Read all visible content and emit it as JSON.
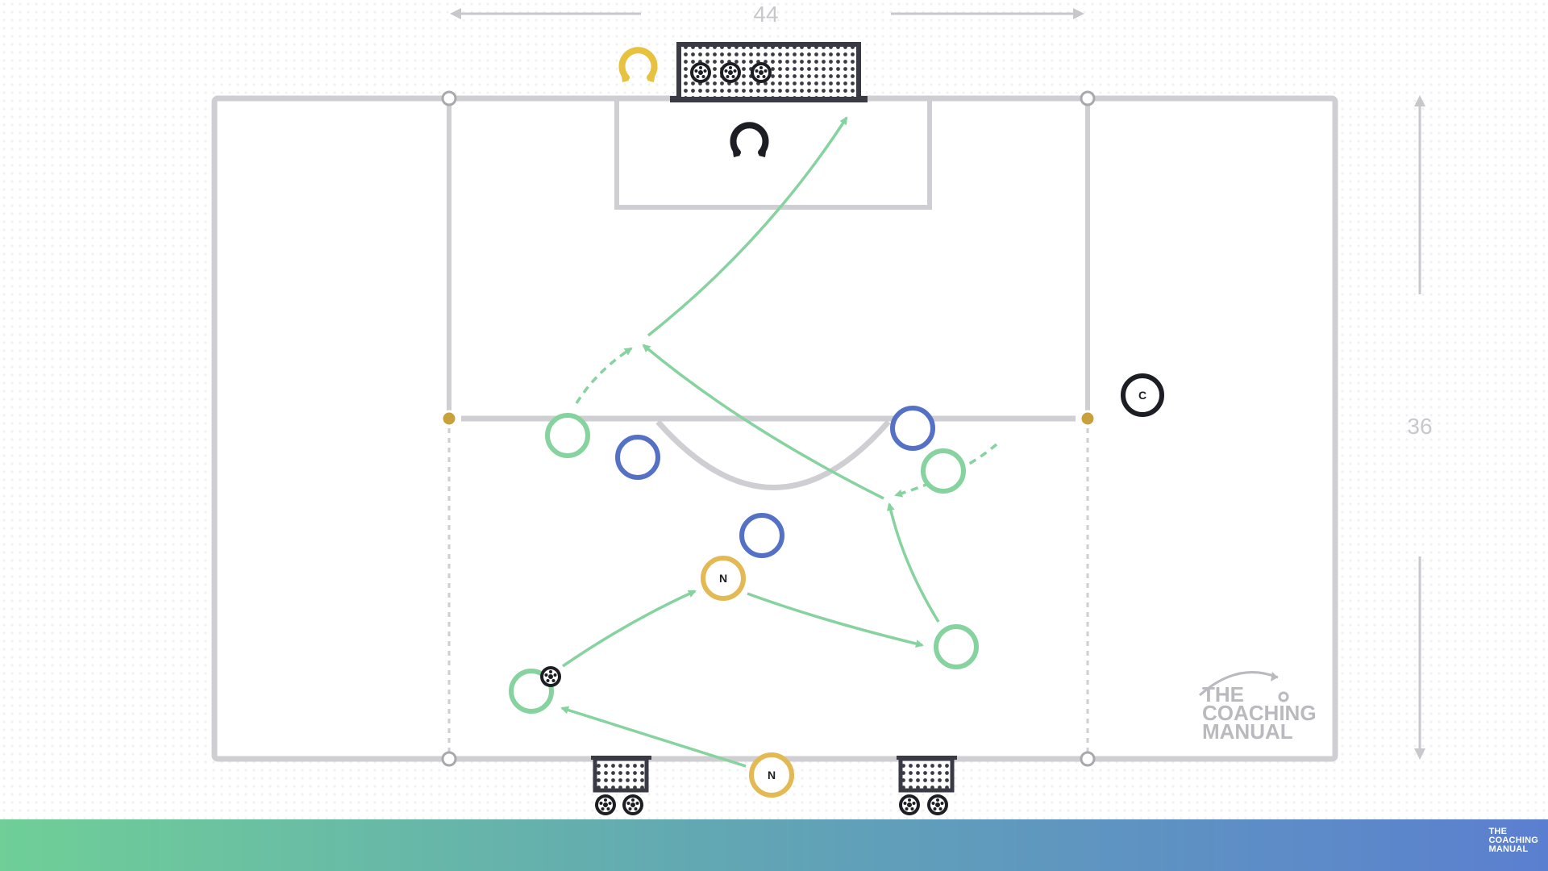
{
  "dimensions": {
    "width_label": "44",
    "length_label": "36"
  },
  "players": {
    "neutral_badge": "N",
    "coach_badge": "C"
  },
  "watermark": {
    "line1": "THE",
    "line2": "COACHING",
    "line3": "MANUAL"
  },
  "footer_logo": {
    "line1": "THE",
    "line2": "COACHING",
    "line3": "MANUAL"
  },
  "colors": {
    "pitch_lines": "#cfcfd3",
    "team_green": "#86d3a0",
    "team_blue": "#5471c6",
    "neutral_gold": "#e3b954",
    "goalkeeper_dark": "#1d1d24",
    "goalkeeper_gold": "#e6c240",
    "arrow_green": "#86d3a0"
  }
}
